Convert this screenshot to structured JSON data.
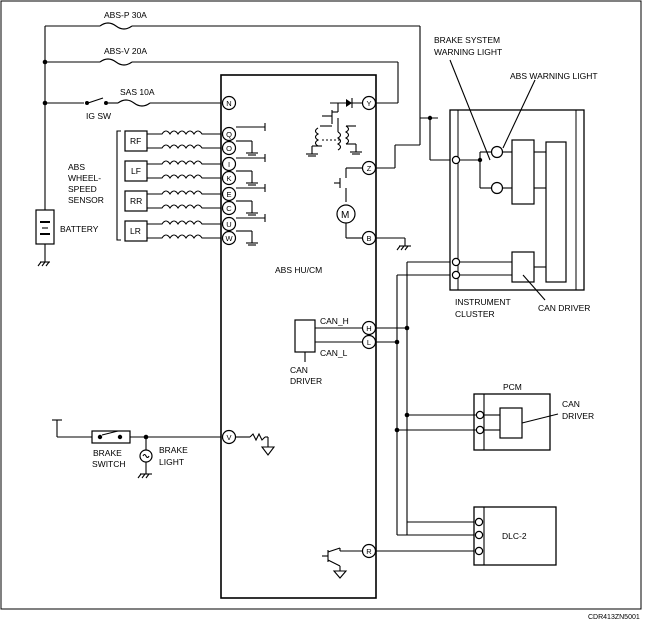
{
  "fuses": {
    "abs_p": "ABS-P 30A",
    "abs_v": "ABS-V 20A",
    "sas": "SAS 10A"
  },
  "ig_sw": "IG SW",
  "battery": "BATTERY",
  "wheel_sensor": {
    "title_lines": [
      "ABS",
      "WHEEL-",
      "SPEED",
      "SENSOR"
    ],
    "labels": [
      "RF",
      "LF",
      "RR",
      "LR"
    ]
  },
  "hucm": {
    "label": "ABS HU/CM",
    "pins": [
      "N",
      "Y",
      "Q",
      "O",
      "I",
      "K",
      "E",
      "C",
      "U",
      "W",
      "Z",
      "B",
      "H",
      "L",
      "V",
      "R"
    ],
    "can_h": "CAN_H",
    "can_l": "CAN_L",
    "can_driver_lines": [
      "CAN",
      "DRIVER"
    ],
    "motor": "M"
  },
  "cluster": {
    "brake_warning_lines": [
      "BRAKE SYSTEM",
      "WARNING LIGHT"
    ],
    "abs_warning": "ABS WARNING LIGHT",
    "label_lines": [
      "INSTRUMENT",
      "CLUSTER"
    ],
    "can_driver": "CAN DRIVER"
  },
  "pcm": {
    "label": "PCM",
    "can_driver_lines": [
      "CAN",
      "DRIVER"
    ]
  },
  "dlc": "DLC-2",
  "brake_switch_lines": [
    "BRAKE",
    "SWITCH"
  ],
  "brake_light_lines": [
    "BRAKE",
    "LIGHT"
  ],
  "code": "CDR413ZN5001"
}
